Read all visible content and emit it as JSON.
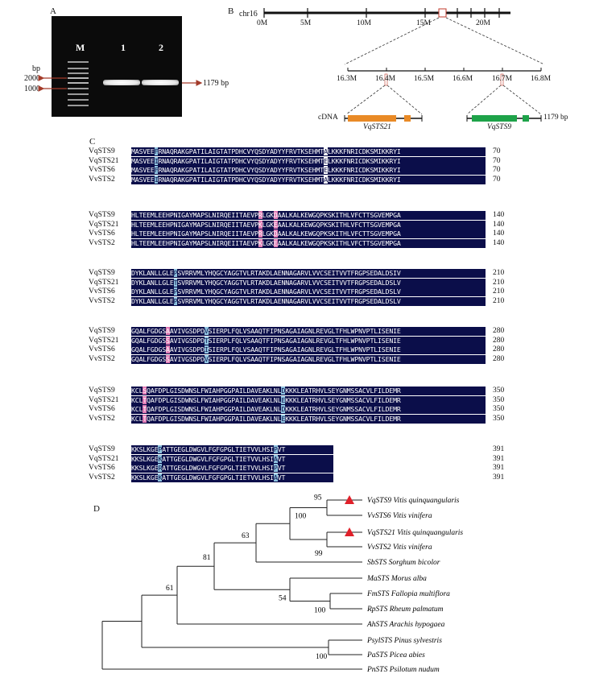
{
  "panels": {
    "a": "A",
    "b": "B",
    "c": "C",
    "d": "D"
  },
  "panel_a": {
    "lanes": [
      "M",
      "1",
      "2"
    ],
    "bp_unit": "bp",
    "markers": [
      "2000",
      "1000"
    ],
    "product": "1179 bp"
  },
  "panel_b": {
    "chromosome": "chr16",
    "chr_ticks": [
      "0M",
      "5M",
      "10M",
      "15M",
      "20M"
    ],
    "zoom_ticks": [
      "16.3M",
      "16.4M",
      "16.5M",
      "16.6M",
      "16.7M",
      "16.8M"
    ],
    "cdna_label": "cDNA",
    "gene_left": "VqSTS21",
    "gene_right": "VqSTS9",
    "product_right": "1179 bp"
  },
  "panel_c": {
    "blocks": [
      {
        "names": [
          "VqSTS9",
          "VqSTS21",
          "VvSTS6",
          "VvSTS2"
        ],
        "seqs": [
          "MASVEEFRNAQRAKGPATILAIGTATPDHCVYQSDYADYYFRVTKSEHMTALKKKFNRICDKSMIKKRYI",
          "MASVEEIRNAQRAKGPATILAIGTATPDHCVYQSDYADYYFRVTKSEHMTELKKKFNRICDKSMIKKRYI",
          "MASVEEFRNAQRAKGPATILAIGTATPDHCVYQSDYADYYFRVTKSEHMTELKKKFNRICDKSMIKKRYI",
          "MASVEEIRNAQRAKGPATILAIGTATPDHCVYQSDYADYYFRVTKSEHMTALKKKFNRICDKSMIKKRYI"
        ],
        "ends": [
          "70",
          "70",
          "70",
          "70"
        ]
      },
      {
        "names": [
          "VqSTS9",
          "VqSTS21",
          "VvSTS6",
          "VvSTS2"
        ],
        "seqs": [
          "HLTEEMLEEHPNIGAYMAPSLNIRQEIITAEVPRLGKDAALKALKEWGQPKSKITHLVFCTTSGVEMPGA",
          "HLTEEMLEEHPNIGAYMAPSLNIRQEIITAEVPKLGKEAALKALKEWGQPKSKITHLVFCTTSGVEMPGA",
          "HLTEEMLEEHPNIGAYMAPSLNIRQEIITAEVPRLGKDAALKALKEWGQPKSKITHLVFCTTSGVEMPGA",
          "HLTEEMLEEHPNIGAYMAPSLNIRQEIITAEVPKLGKEAALKALKEWGQPKSKITHLVFCTTSGVEMPGA"
        ],
        "ends": [
          "140",
          "140",
          "140",
          "140"
        ]
      },
      {
        "names": [
          "VqSTS9",
          "VqSTS21",
          "VvSTS6",
          "VvSTS2"
        ],
        "seqs": [
          "DYKLANLLGLEPSVRRVMLYHQGCYAGGTVLRTAKDLAENNAGARVLVVCSEITVVTFRGPSEDALDSIV",
          "DYKLANLLGLETSVRRVMLYHQGCYAGGTVLRTAKDLAENNAGARVLVVCSEITVVTFRGPSEDALDSLV",
          "DYKLANLLGLEPSVRRVMLYHQGCYAGGTVLRTAKDLAENNAGARVLVVCSEITVVTFRGPSEDALDSLV",
          "DYKLANLLGLEPSVRRVMLYHQGCYAGGTVLRTAKDLAENNAGARVLVVCSEITVVTFRGPSEDALDSLV"
        ],
        "ends": [
          "210",
          "210",
          "210",
          "210"
        ]
      },
      {
        "names": [
          "VqSTS9",
          "VqSTS21",
          "VvSTS6",
          "VvSTS2"
        ],
        "seqs": [
          "GQALFGDGSAAVIVGSDPDVSIERPLFQLVSAAQTFIPNSAGAIAGNLREVGLTFHLWPNVPTLISENIE",
          "GQALFGDGSSAVIVGSDPDTSIERPLFQLVSAAQTFIPNSAGAIAGNLREVGLTFHLWPNVPTLISENIE",
          "GQALFGDGSAAVIVGSDPDISIERPLFQLVSAAQTFIPNSAGAIAGNLREVGLTFHLWPNVPTLISENIE",
          "GQALFGDGSSAVIVGSDPDVSIERPLFQLVSAAQTFIPNSAGAIAGNLREVGLTFHLWPNVPTLISENIE"
        ],
        "ends": [
          "280",
          "280",
          "280",
          "280"
        ]
      },
      {
        "names": [
          "VqSTS9",
          "VqSTS21",
          "VvSTS6",
          "VvSTS2"
        ],
        "seqs": [
          "KCLSQAFDPLGISDWNSLFWIAHPGGPAILDAVEAKLNLDKKKLEATRHVLSEYGNMSSACVLFILDEMR",
          "KCLTQAFDPLGISDWNSLFWIAHPGGPAILDAVEAKLNLEKKKLEATRHVLSEYGNMSSACVLFILDEMR",
          "KCLTQAFDPLGISDWNSLFWIAHPGGPAILDAVEAKLNLDKKKLEATRHVLSEYGNMSSACVLFILDEMR",
          "KCLTQAFDPLGISDWNSLFWIAHPGGPAILDAVEAKLNLEKKKLEATRHVLSEYGNMSSACVLFILDEMR"
        ],
        "ends": [
          "350",
          "350",
          "350",
          "350"
        ]
      },
      {
        "names": [
          "VqSTS9",
          "VqSTS21",
          "VvSTS6",
          "VvSTS2"
        ],
        "seqs": [
          "KKSLKGEPATTGEGLDWGVLFGFGPGLTIETVVLHSIPVT",
          "KKSLKGEKATTGEGLDWGVLFGFGPGLTIETVVLHSIAVT",
          "KKSLKGERATTGEGLDWGVLFGFGPGLTIETVVLHSIPVT",
          "KKSLKGEKATTGEGLDWGVLFGFGPGLTIETVVLHSIAVT"
        ],
        "ends": [
          "391",
          "391",
          "391",
          "391"
        ]
      }
    ]
  },
  "panel_d": {
    "leaves": [
      "VqSTS9 Vitis quinquangularis",
      "VvSTS6 Vitis vinifera",
      "VqSTS21 Vitis quinquangularis",
      "VvSTS2 Vitis vinifera",
      "SbSTS Sorghum bicolor",
      "MaSTS Morus alba",
      "FmSTS Fallopia multiflora",
      "RpSTS Rheum palmatum",
      "AhSTS Arachis hypogaea",
      "PsylSTS Pinus sylvestris",
      "PaSTS Picea abies",
      "PnSTS Psilotum nudum"
    ],
    "bootstraps": [
      "95",
      "100",
      "99",
      "63",
      "81",
      "54",
      "100",
      "61",
      "100"
    ],
    "marker_color": "#e0202a"
  }
}
